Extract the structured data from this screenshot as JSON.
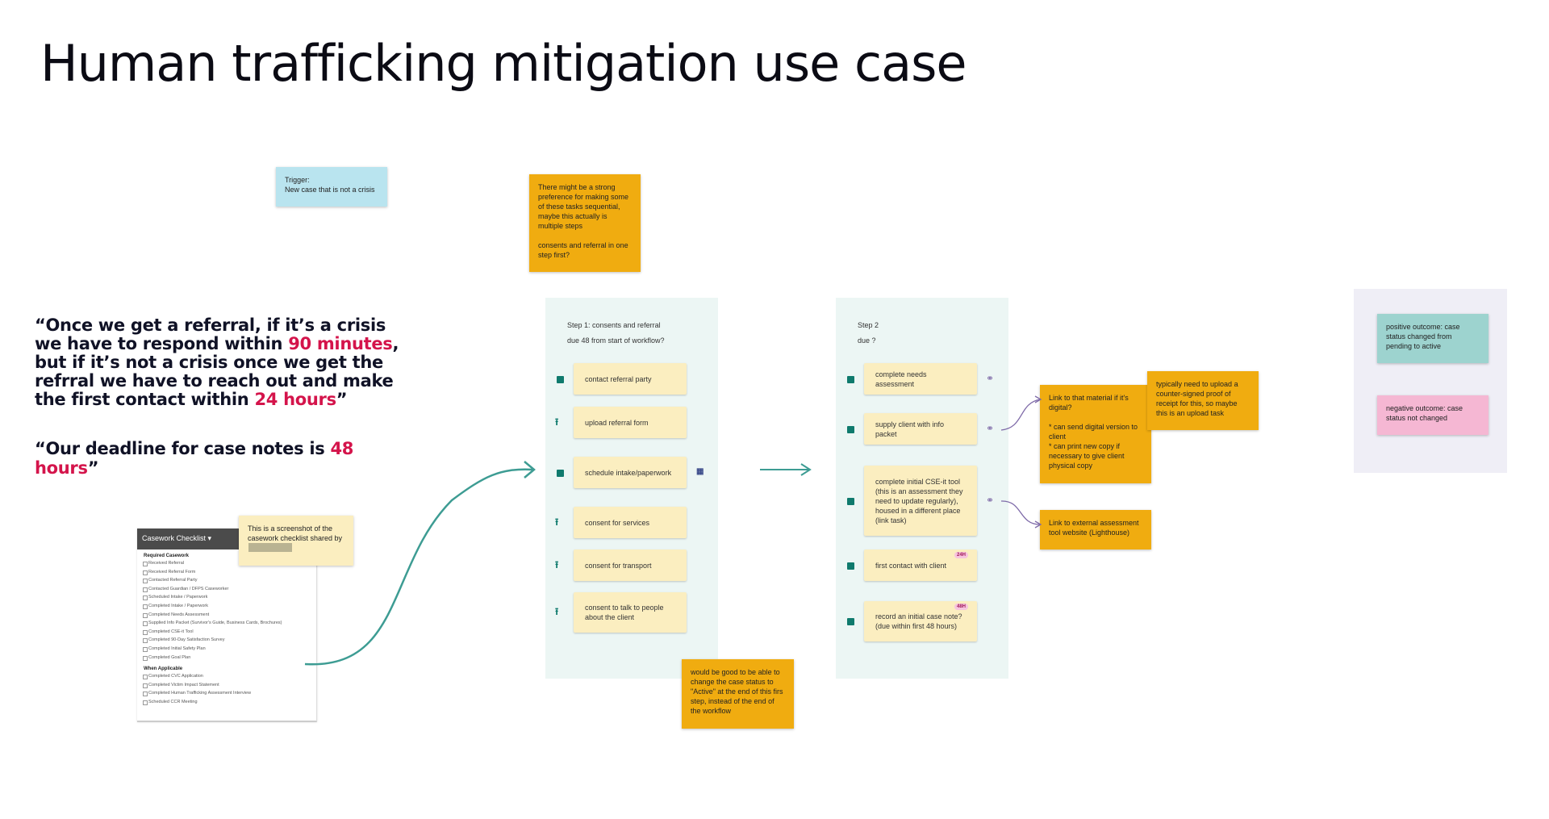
{
  "title": "Human trafficking mitigation use case",
  "quote1": {
    "part1": "“Once we get a referral, if it’s a crisis we have to respond within ",
    "hl1": "90 minutes",
    "part2": ", but if it’s not a crisis once we get the refrral we have to reach out and make the first contact within ",
    "hl2": "24 hours",
    "part3": "”"
  },
  "quote2": {
    "part1": "“Our deadline for case notes is ",
    "hl1": "48 hours",
    "part2": "”"
  },
  "colors": {
    "highlight": "#d4144b",
    "task_icon": "#0f7a6d",
    "sticky_orange": "#f0ac10",
    "arrow": "#3d9c93"
  },
  "trigger_note": "Trigger:\nNew case that is not a crisis",
  "sequential_note": "There might be a strong preference for making some of these tasks sequential, maybe this actually is multiple steps\n\nconsents and referral in one step first?",
  "checklist_note": "This is a screenshot of the casework checklist shared by",
  "status_note": "would be good to be able to change the case status to \"Active\" at the end of this firs step, instead of the end of the workflow",
  "step1": {
    "title": "Step  1: consents and referral",
    "due": "due 48 from start of workflow?",
    "tasks": [
      {
        "label": "contact referral party",
        "icon": "square-icon"
      },
      {
        "label": "upload referral form",
        "icon": "upload-icon"
      },
      {
        "label": "schedule intake/paperwork",
        "icon": "square-icon",
        "extra_icon": "calendar-icon"
      },
      {
        "label": "consent for services",
        "icon": "upload-icon"
      },
      {
        "label": "consent for transport",
        "icon": "upload-icon"
      },
      {
        "label": "consent to talk to people about the client",
        "icon": "upload-icon"
      }
    ]
  },
  "step2": {
    "title": "Step  2",
    "due": "due ?",
    "tasks": [
      {
        "label": "complete needs assessment",
        "icon": "square-icon",
        "link": true
      },
      {
        "label": "supply client with info packet",
        "icon": "square-icon",
        "link": true
      },
      {
        "label": "complete initial CSE-it tool (this is an assessment they need to update regularly), housed in a different place (link task)",
        "icon": "square-icon",
        "link": true
      },
      {
        "label": "first contact with client",
        "icon": "square-icon",
        "badge": "24H"
      },
      {
        "label": "record an initial case note? (due within first 48 hours)",
        "icon": "square-icon",
        "badge": "48H"
      }
    ]
  },
  "material_note": "Link to that material if it's digital?\n\n* can send digital version to client\n* can print new copy if necessary to give client physical copy",
  "upload_note": "typically need to upload a counter-signed proof of receipt for this, so maybe this is an upload task",
  "external_note": "Link to external assessment tool website (Lighthouse)",
  "outcomes": {
    "positive": "positive outcome: case status changed from pending to active",
    "negative": "negative outcome: case status not changed"
  },
  "checklist": {
    "title": "Casework Checklist",
    "required_heading": "Required Casework",
    "required": [
      "Received Referral",
      "Received Referral Form",
      "Contacted Referral Party",
      "Contacted Guardian / DFPS Caseworker",
      "Scheduled Intake / Paperwork",
      "Completed Intake / Paperwork",
      "Completed Needs Assessment",
      "Supplied Info Packet (Survivor's Guide, Business Cards, Brochures)",
      "Completed CSE-it Tool",
      "Completed 90-Day Satisfaction Survey",
      "Completed Initial Safety Plan",
      "Completed Goal Plan"
    ],
    "applicable_heading": "When Applicable",
    "applicable": [
      "Completed CVC Application",
      "Completed Victim Impact Statement",
      "Completed Human Trafficking Assessment Interview",
      "Scheduled CCR Meeting"
    ]
  }
}
